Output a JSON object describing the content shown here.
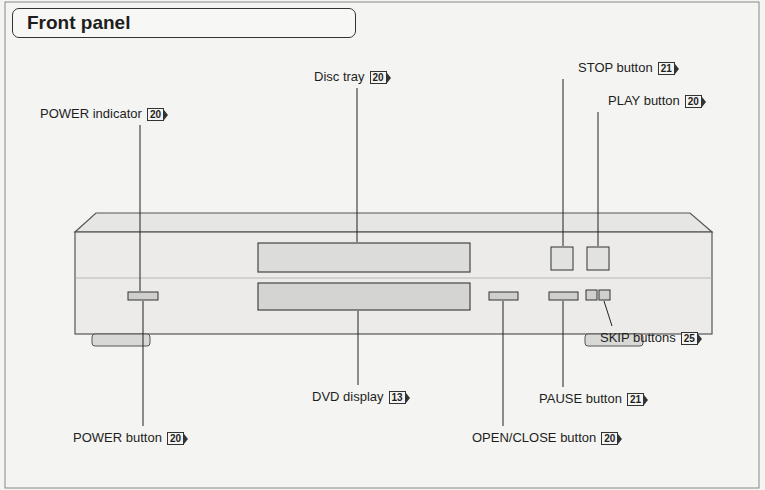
{
  "diagram": {
    "title": "Front panel",
    "labels": [
      "POWER indicator",
      "20",
      "Disc tray",
      "20",
      "STOP button",
      "21",
      "PLAY button",
      "20",
      "SKIP buttons",
      "25",
      "PAUSE button",
      "21",
      "OPEN/CLOSE button",
      "20",
      "DVD display",
      "13",
      "POWER button",
      "20"
    ]
  }
}
